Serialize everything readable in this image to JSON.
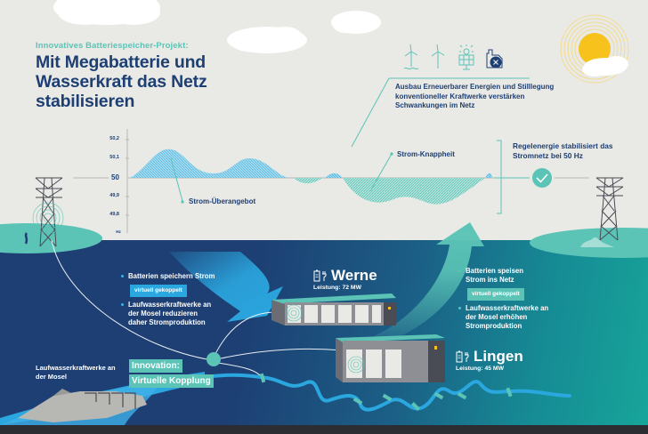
{
  "header": {
    "kicker": "Innovatives Batteriespeicher-Projekt:",
    "title": "Mit Megabatterie und Wasserkraft das Netz stabilisieren"
  },
  "icons": [
    "offshore-wind-turbine-icon",
    "wind-turbine-icon",
    "solar-panel-icon",
    "shutdown-power-plant-icon"
  ],
  "renewables_note": "Ausbau Erneuerbarer Energien und Stilllegung konventioneller Kraftwerke verstärken Schwankungen im Netz",
  "frequency_chart": {
    "unit": "Hz",
    "ticks": [
      "50,2",
      "50,1",
      "50",
      "49,9",
      "49,8"
    ],
    "label_surplus": "Strom-Überangebot",
    "label_shortage": "Strom-Knappheit"
  },
  "stabilization_note": "Regelenergie stabilisiert das Stromnetz bei 50 Hz",
  "left_panel": {
    "bullet_1": "Batterien speichern Strom",
    "coupling": "virtuell gekoppelt",
    "bullet_2": "Laufwasserkraftwerke an der Mosel reduzieren daher Stromproduktion"
  },
  "right_panel": {
    "bullet_1": "Batterien speisen Strom ins Netz",
    "coupling": "virtuell gekoppelt",
    "bullet_2": "Laufwasserkraftwerke an der Mosel erhöhen Stromproduktion"
  },
  "sites": [
    {
      "name": "Werne",
      "power": "Leistung: 72 MW"
    },
    {
      "name": "Lingen",
      "power": "Leistung: 45 MW"
    }
  ],
  "river": {
    "label": "Laufwasserkraftwerke an der Mosel",
    "innovation_line1": "Innovation:",
    "innovation_line2": "Virtuelle Kopplung"
  },
  "colors": {
    "navy": "#1d3f73",
    "teal": "#5bc4b6",
    "sky_blue": "#2ba7e0",
    "background": "#e9e9e5",
    "sun": "#f7c21b"
  }
}
